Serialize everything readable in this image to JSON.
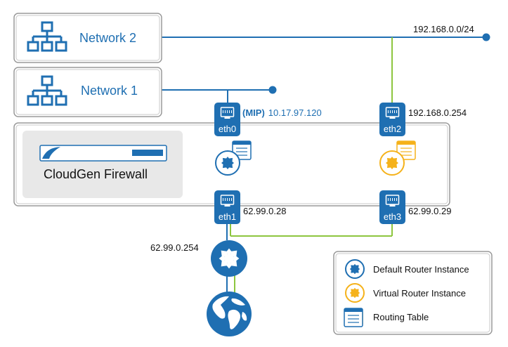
{
  "networks": {
    "network2": {
      "label": "Network 2",
      "subnet": "192.168.0.0/24"
    },
    "network1": {
      "label": "Network 1"
    }
  },
  "firewall": {
    "label": "CloudGen Firewall"
  },
  "interfaces": {
    "eth0": {
      "label": "eth0",
      "mip_prefix": "(MIP)",
      "ip": "10.17.97.120"
    },
    "eth2": {
      "label": "eth2",
      "ip": "192.168.0.254"
    },
    "eth1": {
      "label": "eth1",
      "ip": "62.99.0.28"
    },
    "eth3": {
      "label": "eth3",
      "ip": "62.99.0.29"
    }
  },
  "upstream_router": {
    "ip": "62.99.0.254"
  },
  "legend": {
    "default_router": "Default Router Instance",
    "virtual_router": "Virtual Router Instance",
    "routing_table": "Routing Table"
  },
  "colors": {
    "blue": "#1f6fb2",
    "yellow": "#f5b21b",
    "green": "#8dc63f",
    "box_border": "#9a9a9a",
    "panel_bg": "#e8e8e8"
  }
}
